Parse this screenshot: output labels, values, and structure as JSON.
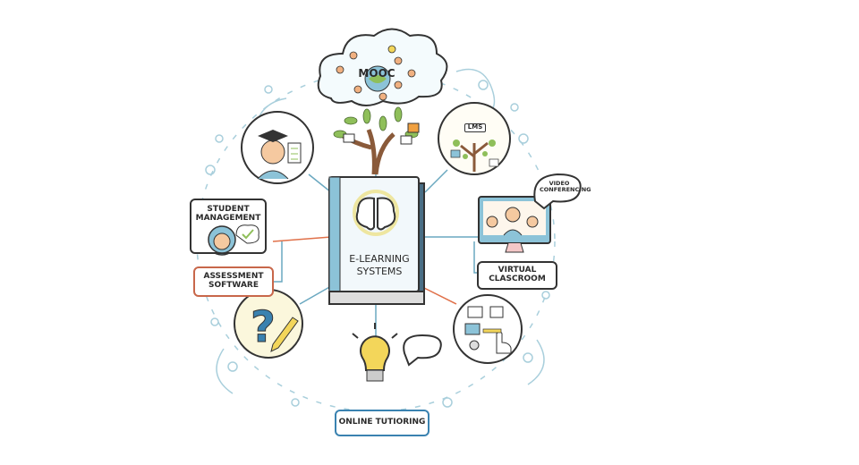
{
  "center": {
    "title": "E-LEARNING SYSTEMS",
    "icon": "brain-icon"
  },
  "nodes": {
    "mooc": "MOOC",
    "lms": "LMS",
    "student_management": "STUDENT MANAGEMENT",
    "assessment_software": "ASSESSMENT SOFTWARE",
    "video_conferencing": "VIDEO CONFERENCING",
    "virtual_classroom": "VIRTUAL CLASCROOM",
    "online_tutoring": "ONLINE TUTIORING"
  },
  "colors": {
    "ink": "#2a2a2a",
    "blue": "#8cc3d8",
    "green": "#8fbf5a",
    "orange": "#e0714a",
    "yellow": "#f3d65a",
    "brown": "#8a5a3a"
  }
}
